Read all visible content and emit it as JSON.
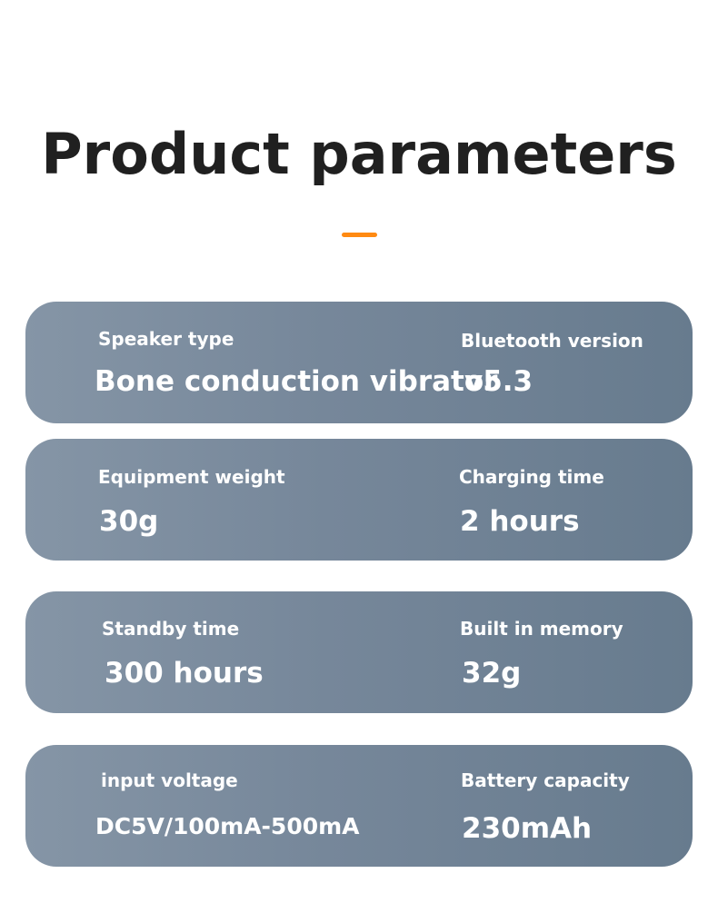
{
  "page": {
    "title": "Product parameters",
    "accent_color": "#ff8a12"
  },
  "params": [
    {
      "left_label": "Speaker type",
      "left_value": "Bone conduction vibrator",
      "right_label": "Bluetooth version",
      "right_value": "v5.3"
    },
    {
      "left_label": "Equipment weight",
      "left_value": "30g",
      "right_label": "Charging time",
      "right_value": "2 hours"
    },
    {
      "left_label": "Standby time",
      "left_value": "300 hours",
      "right_label": "Built in memory",
      "right_value": "32g"
    },
    {
      "left_label": "input voltage",
      "left_value": "DC5V/100mA-500mA",
      "right_label": "Battery capacity",
      "right_value": "230mAh"
    }
  ]
}
